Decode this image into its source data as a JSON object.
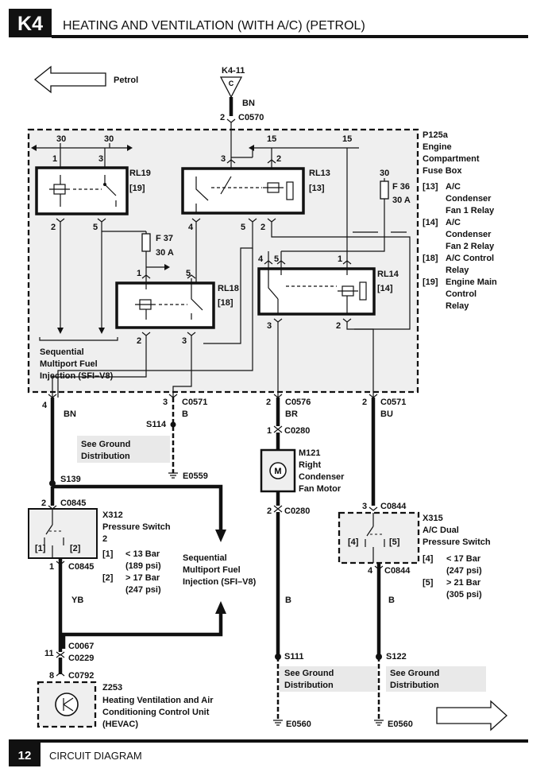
{
  "header": {
    "section": "K4",
    "title": "HEATING AND VENTILATION (WITH A/C) (PETROL)"
  },
  "arrows": {
    "left_label": "Petrol"
  },
  "feed": {
    "ref": "K4-11",
    "pin": "C",
    "wire": "BN",
    "pin_num": "2",
    "connector": "C0570"
  },
  "fusebox": {
    "id": "P125a",
    "name_lines": [
      "Engine",
      "Compartment",
      "Fuse Box"
    ],
    "legend": [
      {
        "ref": "[13]",
        "lines": [
          "A/C",
          "Condenser",
          "Fan 1 Relay"
        ]
      },
      {
        "ref": "[14]",
        "lines": [
          "A/C",
          "Condenser",
          "Fan 2 Relay"
        ]
      },
      {
        "ref": "[18]",
        "lines": [
          "A/C Control",
          "Relay"
        ]
      },
      {
        "ref": "[19]",
        "lines": [
          "Engine Main",
          "Control",
          "Relay"
        ]
      }
    ],
    "supply_30a": "30",
    "supply_30b": "30",
    "supply_15a": "15",
    "supply_15b": "15",
    "fuse36_supply": "30"
  },
  "relays": {
    "rl19": {
      "name": "RL19",
      "ref": "[19]",
      "p1": "1",
      "p3": "3",
      "p2": "2",
      "p5": "5"
    },
    "rl13": {
      "name": "RL13",
      "ref": "[13]",
      "p3": "3",
      "p2": "2",
      "p4": "4",
      "p5": "5",
      "p2b": "2"
    },
    "rl18": {
      "name": "RL18",
      "ref": "[18]",
      "p1": "1",
      "p5": "5",
      "p2": "2",
      "p3": "3"
    },
    "rl14": {
      "name": "RL14",
      "ref": "[14]",
      "p4": "4",
      "p5": "5",
      "p1": "1",
      "p3": "3",
      "p2": "2"
    }
  },
  "fuses": {
    "f37": {
      "name": "F 37",
      "rating": "30 A"
    },
    "f36": {
      "name": "F 36",
      "rating": "30 A"
    }
  },
  "sfi_inner": [
    "Sequential",
    "Multiport Fuel",
    "Injection (SFI–V8)"
  ],
  "connectors_bottom": {
    "c1": {
      "pin": "4",
      "wire": "BN"
    },
    "c2": {
      "pin": "3",
      "connector": "C0571",
      "wire": "B"
    },
    "c3": {
      "pin": "2",
      "connector": "C0576",
      "wire": "BR"
    },
    "c4": {
      "pin": "2",
      "connector": "C0571",
      "wire": "BU"
    }
  },
  "splices": {
    "s114": "S114",
    "s139": "S139",
    "s111": "S111",
    "s122": "S122"
  },
  "ground_notes": {
    "g1": [
      "See Ground",
      "Distribution"
    ],
    "g2": [
      "See Ground",
      "Distribution"
    ],
    "g3": [
      "See Ground",
      "Distribution"
    ]
  },
  "grounds": {
    "e0559": "E0559",
    "e0560a": "E0560",
    "e0560b": "E0560"
  },
  "motor": {
    "id": "M121",
    "lines": [
      "Right",
      "Condenser",
      "Fan Motor"
    ],
    "symbol": "M",
    "top_pin": "1",
    "top_conn": "C0280",
    "bot_pin": "2",
    "bot_conn": "C0280",
    "wire": "B"
  },
  "x312": {
    "id": "X312",
    "lines": [
      "Pressure Switch",
      "2"
    ],
    "top_pin": "2",
    "top_conn": "C0845",
    "bot_pin": "1",
    "bot_conn": "C0845",
    "pos1": "[1]",
    "pos2": "[2]",
    "notes": [
      {
        "ref": "[1]",
        "val": "< 13 Bar",
        "sub": "(189 psi)"
      },
      {
        "ref": "[2]",
        "val": "> 17 Bar",
        "sub": "(247 psi)"
      }
    ],
    "wire": "YB"
  },
  "x315": {
    "id": "X315",
    "lines": [
      "A/C Dual",
      "Pressure Switch"
    ],
    "top_pin": "3",
    "top_conn": "C0844",
    "bot_pin": "4",
    "bot_conn": "C0844",
    "pos1": "[4]",
    "pos2": "[5]",
    "notes": [
      {
        "ref": "[4]",
        "val": "< 17 Bar",
        "sub": "(247 psi)"
      },
      {
        "ref": "[5]",
        "val": "> 21 Bar",
        "sub": "(305 psi)"
      }
    ],
    "wire": "B"
  },
  "sfi_outer": [
    "Sequential",
    "Multiport Fuel",
    "Injection (SFI–V8)"
  ],
  "hevac": {
    "id": "Z253",
    "lines": [
      "Heating Ventilation and Air",
      "Conditioning Control Unit",
      "(HEVAC)"
    ],
    "pin_a": "11",
    "conn_a": "C0067",
    "conn_b": "C0229",
    "pin_c": "8",
    "conn_c": "C0792"
  },
  "footer": {
    "page": "12",
    "label": "CIRCUIT DIAGRAM"
  }
}
